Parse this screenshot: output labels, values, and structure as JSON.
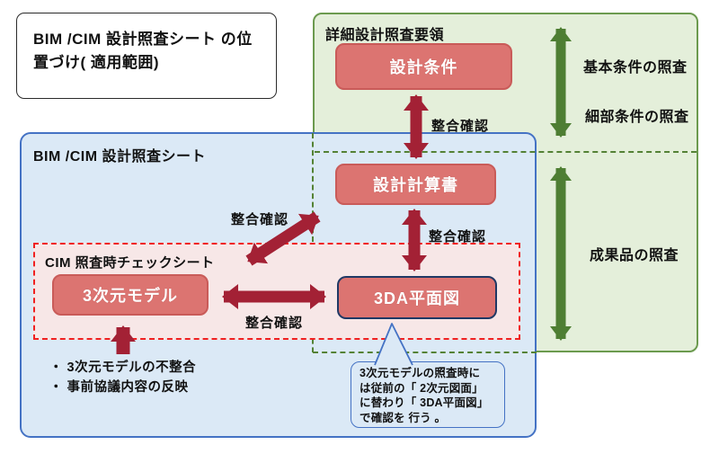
{
  "title_box": {
    "text": "BIM /CIM 設計照査シート の位置づけ( 適用範囲)"
  },
  "green_panel": {
    "title": "詳細設計照査要領",
    "node_design_conditions": "設計条件",
    "labels": {
      "basic": "基本条件の照査",
      "detail": "細部条件の照査",
      "deliverables": "成果品の照査"
    }
  },
  "blue_panel": {
    "title": "BIM /CIM 設計照査シート",
    "node_calc": "設計計算書",
    "node_3da": "3DA平面図",
    "bullets": [
      "・ 3次元モデルの不整合",
      "・ 事前協議内容の反映"
    ],
    "callout": "3次元モデルの照査時に\nは従前の「 2次元図面」\nに替わり「 3DA平面図」\nで確認を 行う 。"
  },
  "red_panel": {
    "title": "CIM 照査時チェックシート",
    "node_model": "3次元モデル"
  },
  "arrows": {
    "label_top": "整合確認",
    "label_mid": "整合確認",
    "label_diag": "整合確認",
    "label_horiz": "整合確認"
  },
  "colors": {
    "crimson_arrow": "#a32135",
    "green_arrow": "#4e7e33",
    "salmon_fill": "#dc7471",
    "salmon_border": "#c95b59",
    "navy_border": "#1f3864",
    "blue_border": "#4472c4",
    "blue_fill": "#dbe9f6",
    "green_border": "#6b9a4e",
    "green_fill": "#e4efda",
    "green_dash": "#548235",
    "red_dash": "#f02020",
    "pink_fill": "#f7e7e7"
  }
}
